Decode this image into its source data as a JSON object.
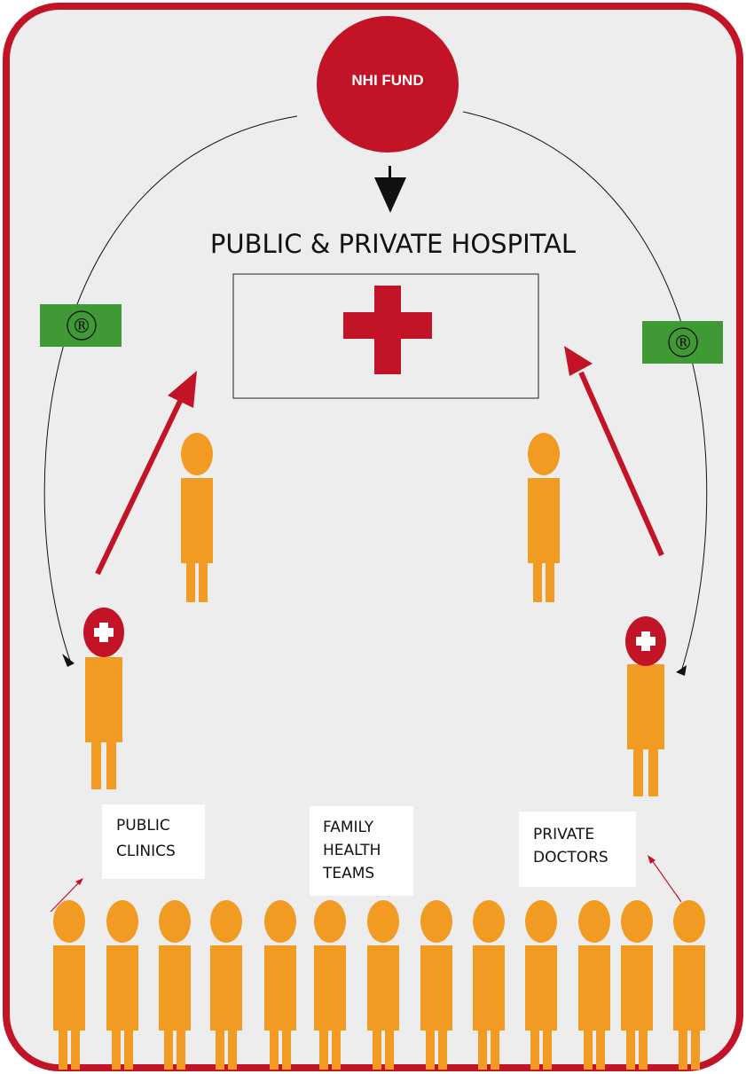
{
  "fund_label": "NHI FUND",
  "hospital_title": "PUBLIC & PRIVATE HOSPITAL",
  "registration_mark": "®",
  "labels": {
    "public_clinics": [
      "PUBLIC",
      "CLINICS"
    ],
    "family_health_teams": [
      "FAMILY",
      "HEALTH",
      "TEAMS"
    ],
    "private_doctors": [
      "PRIVATE",
      "DOCTORS"
    ]
  },
  "colors": {
    "frame": "#c21426",
    "background": "#ededed",
    "person": "#f19b22",
    "badge": "#3f9a35",
    "cross": "#c21426"
  }
}
